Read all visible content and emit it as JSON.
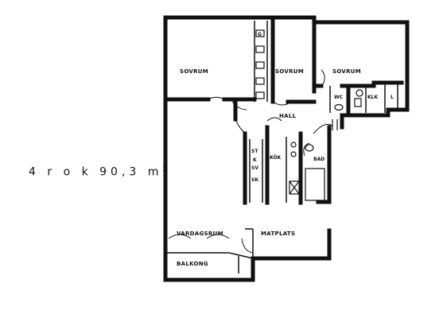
{
  "caption": {
    "text": "4 r o k 90,3 m",
    "superscript": "2"
  },
  "rooms": {
    "sovrum_1": "SOVRUM",
    "sovrum_2": "SOVRUM",
    "sovrum_3": "SOVRUM",
    "hall": "HALL",
    "kok": "KÖK",
    "bad": "BAD",
    "wc": "WC",
    "klk": "KLK",
    "vardagsrum": "VARDAGSRUM",
    "matplats": "MATPLATS",
    "balkong": "BALKONG"
  },
  "closets": {
    "st": "ST",
    "k": "K",
    "sv": "SV",
    "sk": "SK",
    "l": "L",
    "g": "G"
  }
}
